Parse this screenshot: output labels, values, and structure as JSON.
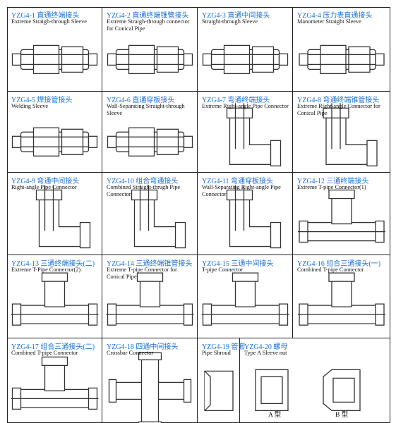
{
  "items": [
    {
      "cn": "YZG4-1 直通终端接头",
      "en": "Extreme Straigh-through Sleeve"
    },
    {
      "cn": "YZG4-2 直通终端锥管接头",
      "en": "Extreme Straigh-through connector for Conical Pipe"
    },
    {
      "cn": "YZG4-3 直通中间接头",
      "en": "Straight-through Sleeve"
    },
    {
      "cn": "YZG4-4 压力表直通接头",
      "en": "Manometer Straight Sleeve"
    },
    {
      "cn": "YZG4-5 焊接管接头",
      "en": "Welding Sleeve"
    },
    {
      "cn": "YZG4-6 直通穿板接头",
      "en": "Wall-Separating Straight-through Sleeve"
    },
    {
      "cn": "YZG4-7 弯通终端接头",
      "en": "Extreme Right-angle Pipe Connector"
    },
    {
      "cn": "YZG4-8 弯通终端锥管接头",
      "en": "Extreme Right-angle Connector for Conical Pipe"
    },
    {
      "cn": "YZG4-9 弯通中间接头",
      "en": "Right-angle Pipe Connector"
    },
    {
      "cn": "YZG4-10 组合弯通接头",
      "en": "Combined Straight-thrugh Pipe Connector"
    },
    {
      "cn": "YZG4-11 弯通穿板接头",
      "en": "Wall-Separating Right-angle Pipe Connector"
    },
    {
      "cn": "YZG4-12 三通终端接头",
      "en": "Extreme T-pipe Connector(1)"
    },
    {
      "cn": "YZG4-13 三通终端接头(二)",
      "en": "Extreme T-Pipe Connector(2)"
    },
    {
      "cn": "YZG4-14 三通终端锥管接头",
      "en": "Extreme T-pipe Connector for Conical Pipe"
    },
    {
      "cn": "YZG4-15 三通中间接头",
      "en": "T-pipe Connector"
    },
    {
      "cn": "YZG4-16 组合三通接头(一)",
      "en": "Combined T-pipe Connector"
    },
    {
      "cn": "YZG4-17 组合三通接头(二)",
      "en": "Combined T-pipe Connector"
    },
    {
      "cn": "YZG4-18 四通中间接头",
      "en": "Crossbar Connector"
    },
    {
      "cn": "YZG4-19 管套",
      "en": "Pipe Shroud"
    },
    {
      "cn": "YZG4-20 螺母",
      "en": "Type A Sleeve nut"
    }
  ],
  "type_a": "A 型",
  "type_b": "B 型",
  "colors": {
    "caption": "#1b6fd6",
    "ink": "#222222"
  }
}
